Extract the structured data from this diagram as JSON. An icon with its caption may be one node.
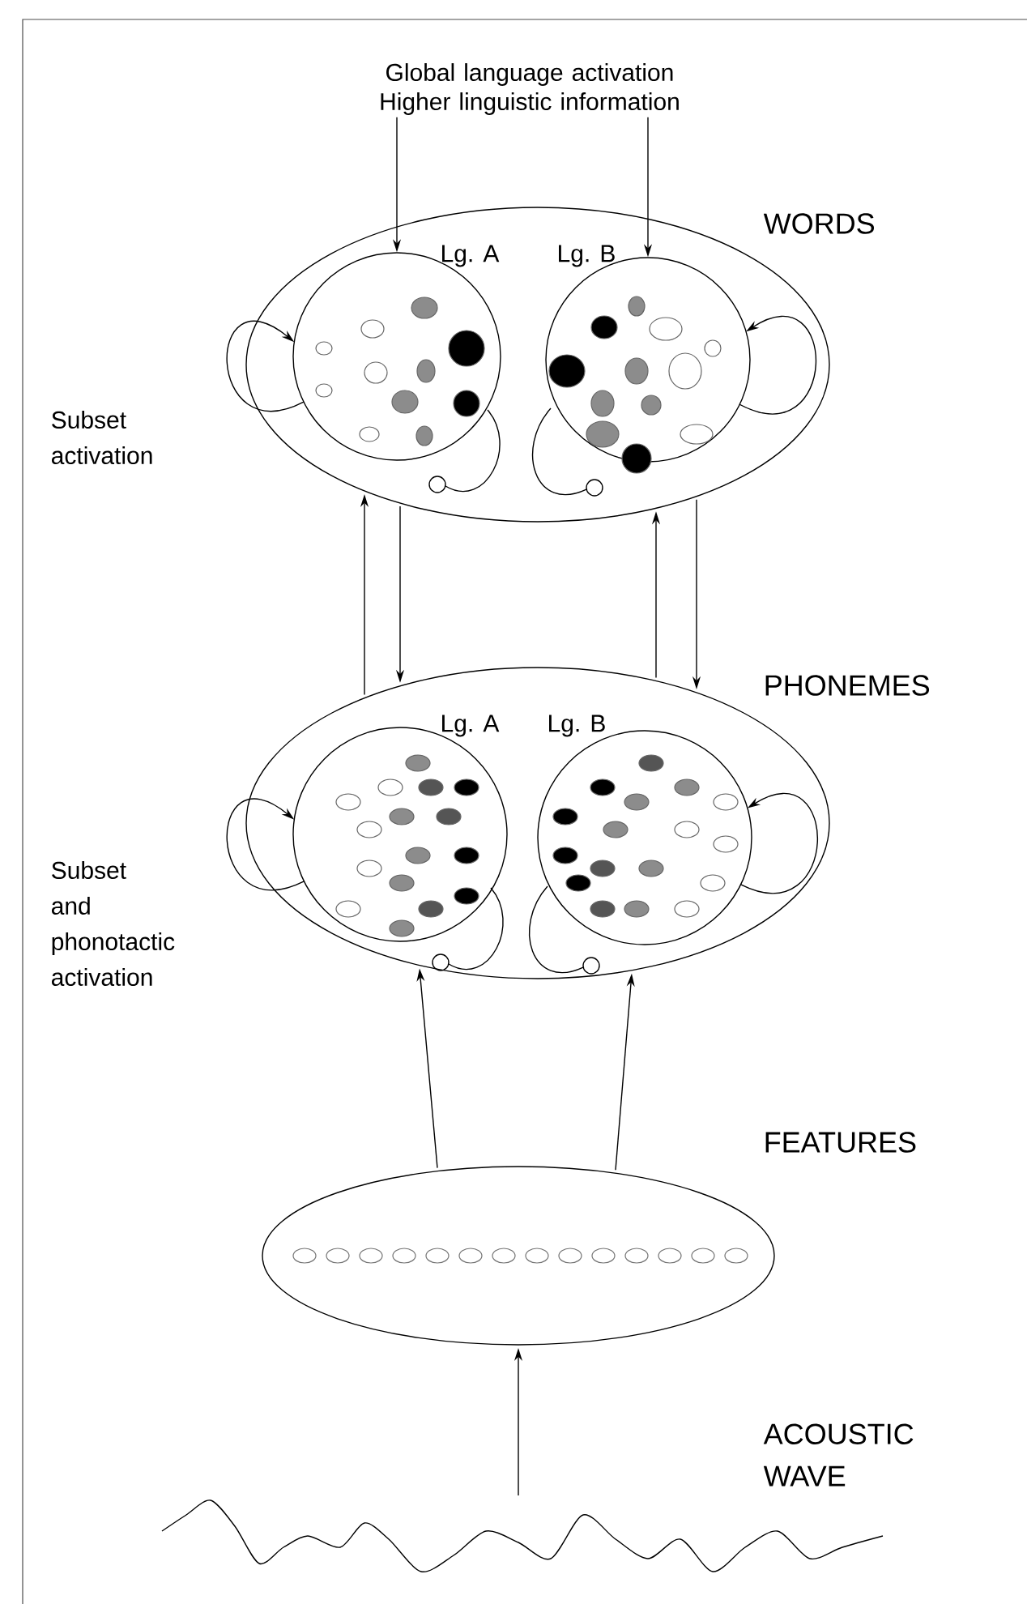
{
  "diagram": {
    "nodes": [
      {
        "text": [
          "Global language activation Higher linguistic information"
        ]
      },
      {
        "text": [
          "WORDS"
        ],
        "beside": [
          "Subset activation"
        ]
      },
      {
        "text": [
          "Lg. A"
        ],
        "in": 1
      },
      {
        "text": [
          "Lg. B"
        ],
        "in": 1
      },
      {
        "text": [
          "PHONEMES"
        ],
        "beside": [
          "Subset and phonotactic activation"
        ]
      },
      {
        "text": [
          "Lg. A"
        ],
        "in": 4
      },
      {
        "text": [
          "Lg. B"
        ],
        "in": 4
      },
      {
        "text": [
          "FEATURES"
        ]
      },
      {
        "text": [
          "ACOUSTIC WAVE"
        ]
      }
    ],
    "edges": [
      {
        "from": 0,
        "to": 2,
        "arrow": "to"
      },
      {
        "from": 0,
        "to": 3,
        "arrow": "to"
      },
      {
        "from": 2,
        "to": 2,
        "arrow": "to"
      },
      {
        "from": 3,
        "to": 3,
        "arrow": "to"
      },
      {
        "from": 4,
        "to": 1,
        "arrow": "to"
      },
      {
        "from": 1,
        "to": 4,
        "arrow": "to"
      },
      {
        "from": 4,
        "to": 1,
        "arrow": "to"
      },
      {
        "from": 1,
        "to": 4,
        "arrow": "to"
      },
      {
        "from": 5,
        "to": 5,
        "arrow": "to"
      },
      {
        "from": 6,
        "to": 6,
        "arrow": "to"
      },
      {
        "from": 7,
        "to": 4,
        "arrow": "to"
      },
      {
        "from": 7,
        "to": 4,
        "arrow": "to"
      },
      {
        "from": 8,
        "to": 7,
        "arrow": "to"
      }
    ]
  }
}
